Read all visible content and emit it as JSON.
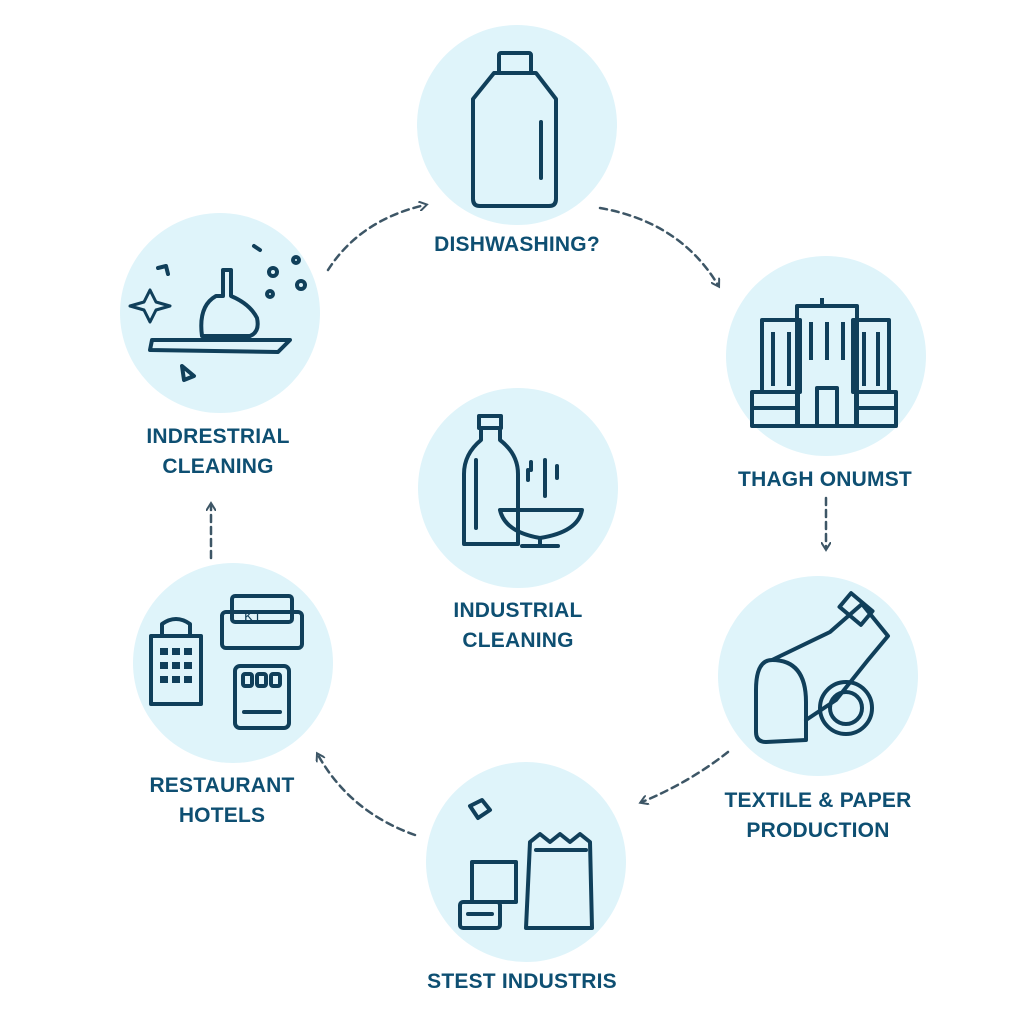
{
  "colors": {
    "circle_fill": "#dff4fa",
    "line": "#103f5a",
    "text": "#0e4f72",
    "arrow": "#3d5666",
    "background": "#ffffff"
  },
  "nodes": [
    {
      "id": "dishwashing",
      "icon": "detergent-bottle-icon",
      "lines": [
        "DISHWASHING?"
      ]
    },
    {
      "id": "thagh-onumst",
      "icon": "city-buildings-icon",
      "lines": [
        "THAGH ONUMST"
      ]
    },
    {
      "id": "textile-paper",
      "icon": "textile-machine-icon",
      "lines": [
        "TEXTILE & PAPER",
        "PRODUCTION"
      ]
    },
    {
      "id": "stest-industris",
      "icon": "industrial-sack-icon",
      "lines": [
        "STEST INDUSTRIS"
      ]
    },
    {
      "id": "restaurant-hotels",
      "icon": "hotel-building-icon",
      "lines": [
        "RESTAURANT",
        "HOTELS"
      ]
    },
    {
      "id": "indrestrial-cleaning",
      "icon": "cleaning-tray-icon",
      "lines": [
        "INDRESTRIAL",
        "CLEANING"
      ]
    },
    {
      "id": "industrial-cleaning-center",
      "icon": "bottle-and-bowl-icon",
      "lines": [
        "INDUSTRIAL",
        "CLEANING"
      ]
    }
  ]
}
